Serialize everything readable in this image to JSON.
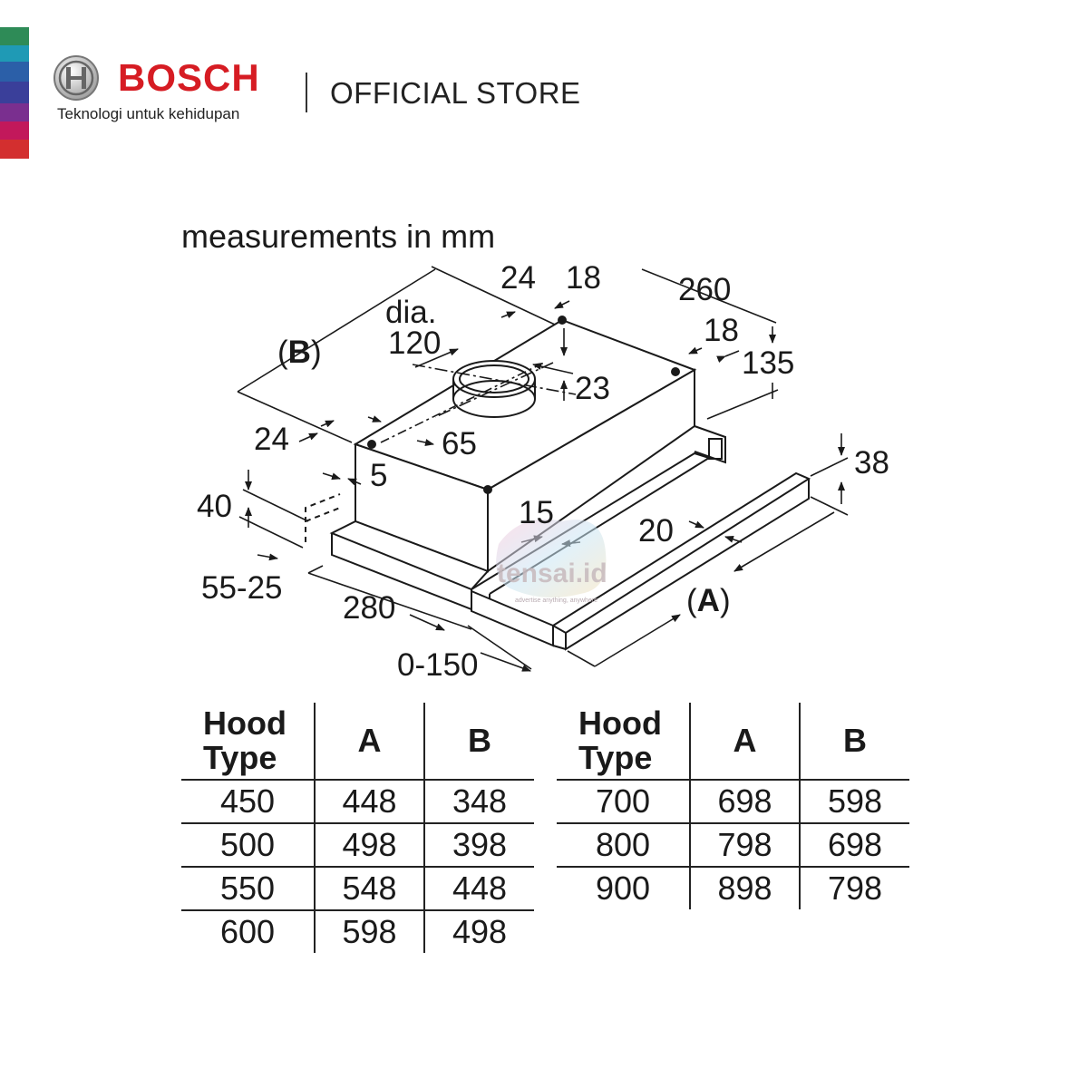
{
  "brand": {
    "name": "BOSCH",
    "tagline": "Teknologi untuk kehidupan",
    "store_label": "OFFICIAL STORE",
    "brand_color": "#d61c23",
    "logo_icon": "bosch-armature-icon"
  },
  "diagram": {
    "note": "measurements in mm",
    "labels": {
      "d24_top": "24",
      "d18_top": "18",
      "d260": "260",
      "dia": "dia.",
      "d120": "120",
      "d18_right": "18",
      "d135": "135",
      "d23": "23",
      "b_label": "B",
      "d24_left": "24",
      "d65": "65",
      "d5": "5",
      "d40": "40",
      "d15": "15",
      "d38": "38",
      "d20": "20",
      "a_label": "A",
      "d55_25": "55-25",
      "d280": "280",
      "d0_150": "0-150"
    },
    "watermark": "tensai.id",
    "watermark_sub": "advertise anything, anywhere"
  },
  "tables": [
    {
      "headers": [
        "Hood",
        "Type",
        "A",
        "B"
      ],
      "rows": [
        [
          "450",
          "448",
          "348"
        ],
        [
          "500",
          "498",
          "398"
        ],
        [
          "550",
          "548",
          "448"
        ],
        [
          "600",
          "598",
          "498"
        ]
      ]
    },
    {
      "headers": [
        "Hood",
        "Type",
        "A",
        "B"
      ],
      "rows": [
        [
          "700",
          "698",
          "598"
        ],
        [
          "800",
          "798",
          "698"
        ],
        [
          "900",
          "898",
          "798"
        ]
      ]
    }
  ]
}
